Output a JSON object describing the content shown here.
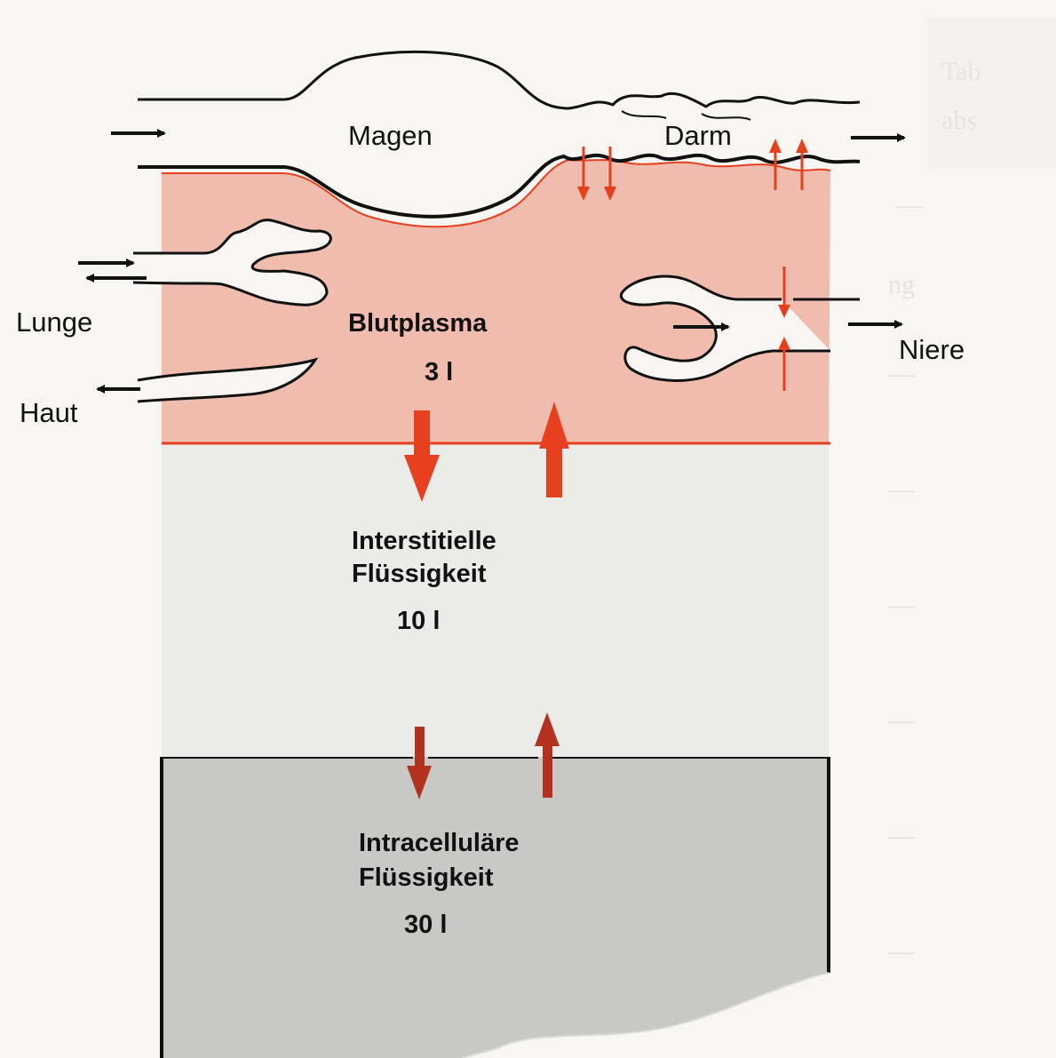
{
  "labels": {
    "magen": "Magen",
    "darm": "Darm",
    "lunge": "Lunge",
    "haut": "Haut",
    "niere": "Niere"
  },
  "compartments": {
    "blutplasma": {
      "name": "Blutplasma",
      "volume": "3 l"
    },
    "interstitial": {
      "name_line1": "Interstitielle",
      "name_line2": "Flüssigkeit",
      "volume": "10 l"
    },
    "intracellular": {
      "name_line1": "Intracelluläre",
      "name_line2": "Flüssigkeit",
      "volume": "30 l"
    }
  },
  "colors": {
    "plasma_fill": "#efbcae",
    "plasma_border": "#e6401f",
    "interstitial_fill": "#ebebea",
    "intracellular_fill": "#c8c8c7",
    "arrow_red": "#e6401f",
    "arrow_dark_red": "#b2311f",
    "outline": "#111111"
  }
}
